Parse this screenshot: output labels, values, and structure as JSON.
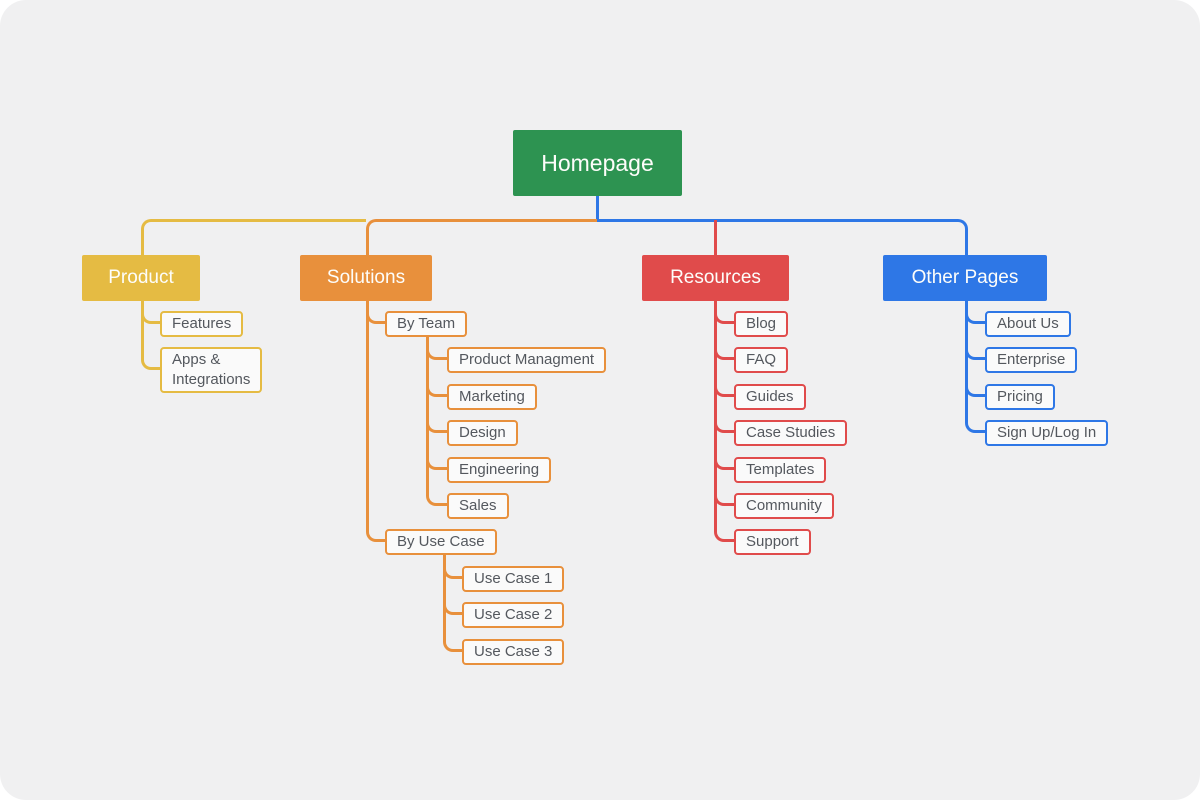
{
  "palette": {
    "green": "#2D9351",
    "yellow": "#E5BB43",
    "orange": "#E8903C",
    "red": "#E04B4B",
    "blue": "#2E77E6",
    "leaf_text": "#54585E",
    "leaf_bg": "#FAFAFA",
    "canvas_bg": "#F0F0F1"
  },
  "sitemap": {
    "root": {
      "label": "Homepage"
    },
    "branches": [
      {
        "label": "Product",
        "color": "#E5BB43",
        "children": [
          {
            "label": "Features"
          },
          {
            "label": "Apps &\nIntegrations"
          }
        ]
      },
      {
        "label": "Solutions",
        "color": "#E8903C",
        "children": [
          {
            "label": "By Team",
            "children": [
              {
                "label": "Product Managment"
              },
              {
                "label": "Marketing"
              },
              {
                "label": "Design"
              },
              {
                "label": "Engineering"
              },
              {
                "label": "Sales"
              }
            ]
          },
          {
            "label": "By Use Case",
            "children": [
              {
                "label": "Use Case 1"
              },
              {
                "label": "Use Case 2"
              },
              {
                "label": "Use Case 3"
              }
            ]
          }
        ]
      },
      {
        "label": "Resources",
        "color": "#E04B4B",
        "children": [
          {
            "label": "Blog"
          },
          {
            "label": "FAQ"
          },
          {
            "label": "Guides"
          },
          {
            "label": "Case Studies"
          },
          {
            "label": "Templates"
          },
          {
            "label": "Community"
          },
          {
            "label": "Support"
          }
        ]
      },
      {
        "label": "Other Pages",
        "color": "#2E77E6",
        "children": [
          {
            "label": "About Us"
          },
          {
            "label": "Enterprise"
          },
          {
            "label": "Pricing"
          },
          {
            "label": "Sign Up/Log In"
          }
        ]
      }
    ]
  }
}
